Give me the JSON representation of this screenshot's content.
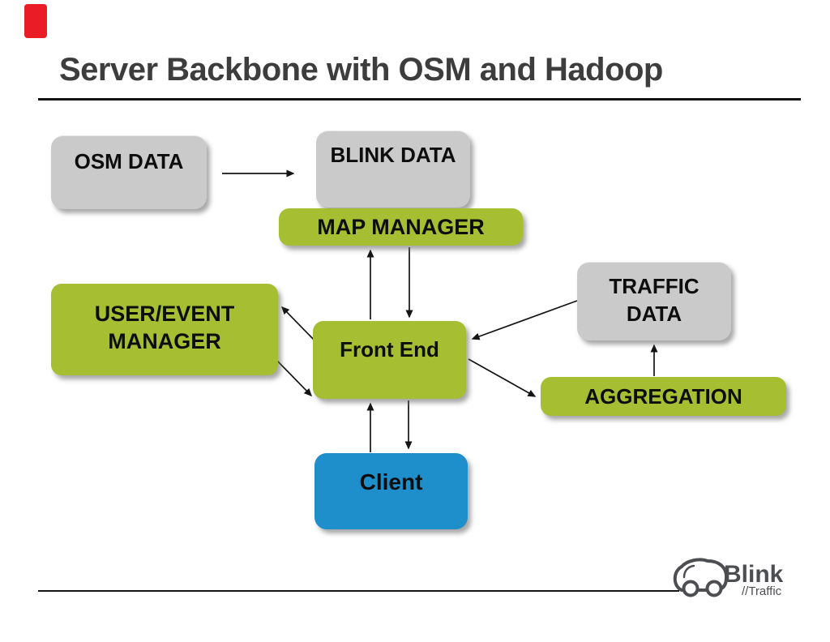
{
  "slide": {
    "title": "Server Backbone with OSM and Hadoop"
  },
  "colors": {
    "accent_red": "#ea1c25",
    "node_gray": "#cacaca",
    "node_green": "#a6be32",
    "node_blue": "#1e8fcb",
    "title_text": "#3d3d3d",
    "node_text": "#0d0d0d",
    "line_black": "#141414",
    "logo_gray": "#4d4e52"
  },
  "diagram": {
    "nodes": [
      {
        "id": "osm-data",
        "label": "OSM DATA",
        "kind": "data-store"
      },
      {
        "id": "blink-data",
        "label": "BLINK DATA",
        "kind": "data-store"
      },
      {
        "id": "map-manager",
        "label": "MAP MANAGER",
        "kind": "service"
      },
      {
        "id": "user-event-manager",
        "label": "USER/EVENT MANAGER",
        "label_lines": [
          "USER/EVENT",
          "MANAGER"
        ],
        "kind": "service"
      },
      {
        "id": "front-end",
        "label": "Front End",
        "kind": "service"
      },
      {
        "id": "traffic-data",
        "label": "TRAFFIC DATA",
        "label_lines": [
          "TRAFFIC",
          "DATA"
        ],
        "kind": "data-store"
      },
      {
        "id": "aggregation",
        "label": "AGGREGATION",
        "kind": "service"
      },
      {
        "id": "client",
        "label": "Client",
        "kind": "client"
      }
    ],
    "edges": [
      {
        "from": "osm-data",
        "to": "blink-data",
        "arrow": "one-way"
      },
      {
        "from": "front-end",
        "to": "map-manager",
        "arrow": "one-way"
      },
      {
        "from": "map-manager",
        "to": "front-end",
        "arrow": "one-way"
      },
      {
        "from": "front-end",
        "to": "user-event-manager",
        "arrow": "one-way"
      },
      {
        "from": "user-event-manager",
        "to": "front-end",
        "arrow": "one-way"
      },
      {
        "from": "traffic-data",
        "to": "front-end",
        "arrow": "one-way"
      },
      {
        "from": "front-end",
        "to": "aggregation",
        "arrow": "one-way"
      },
      {
        "from": "aggregation",
        "to": "traffic-data",
        "arrow": "one-way"
      },
      {
        "from": "client",
        "to": "front-end",
        "arrow": "one-way"
      },
      {
        "from": "front-end",
        "to": "client",
        "arrow": "one-way"
      }
    ]
  },
  "logo": {
    "brand": "Blink",
    "sub": "//Traffic"
  }
}
